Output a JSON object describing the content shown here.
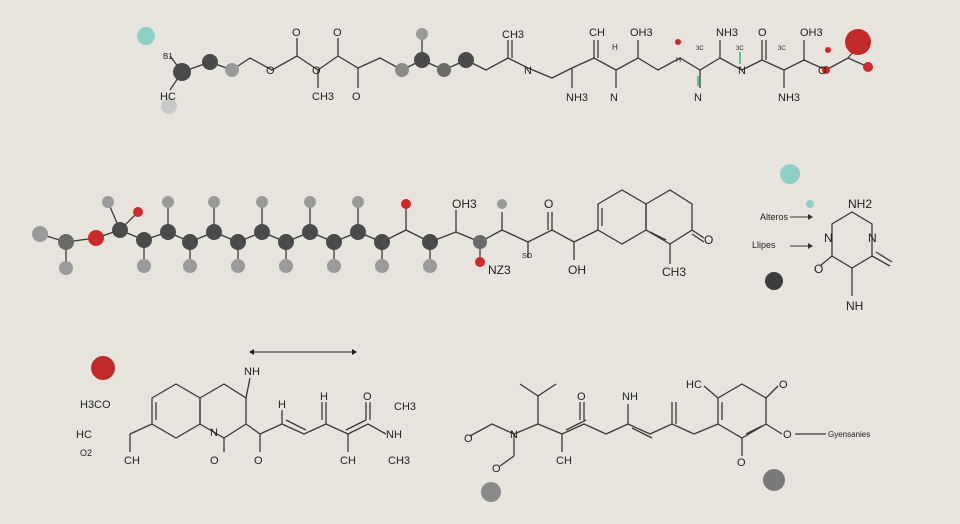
{
  "colors": {
    "background": "#e6e4dc",
    "bond": "#3a3a3a",
    "carbon_atom": "#4a4a4a",
    "hydrogen_atom": "#9a9a9a",
    "oxygen_atom": "#cc2a2a",
    "teal_atom": "#8fcfc6",
    "nitrogen_label": "#1d1d1d",
    "green_highlight": "#5fbf8e"
  },
  "top_chain": {
    "labels": [
      "B1",
      "HC",
      "O",
      "O",
      "CH3",
      "O",
      "O",
      "CH3",
      "NH3",
      "CH",
      "N",
      "H",
      "N",
      "OH3",
      "3C",
      "3C",
      "NH3",
      "N",
      "O",
      "3C",
      "NH3",
      "OH3",
      "H",
      "O",
      "O",
      "N"
    ]
  },
  "middle_chain": {
    "labels": [
      "OH3",
      "NZ3",
      "SO",
      "O",
      "OH",
      "O",
      "CH3"
    ]
  },
  "side_panel": {
    "labels": [
      "Alteros",
      "Llipes",
      "NH2",
      "N",
      "N",
      "O",
      "NH"
    ]
  },
  "bottom_left": {
    "labels": [
      "H3CO",
      "HC",
      "O2",
      "CH",
      "NH",
      "N",
      "O",
      "O",
      "H",
      "H",
      "O",
      "CH3",
      "NH",
      "CH",
      "CH3"
    ]
  },
  "bottom_right": {
    "labels": [
      "O",
      "N",
      "O",
      "NH",
      "O",
      "CH",
      "HC",
      "O",
      "O",
      "O",
      "Gyensanies"
    ]
  }
}
